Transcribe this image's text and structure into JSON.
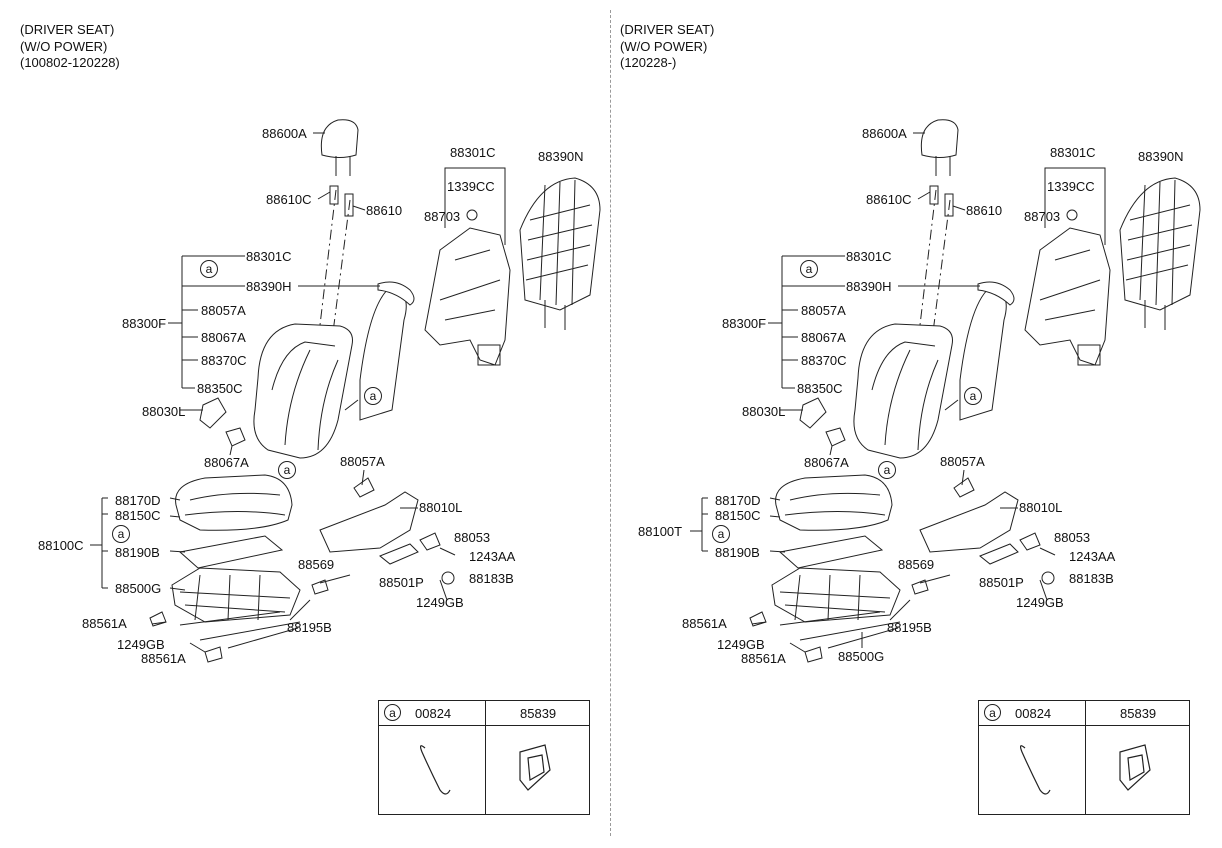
{
  "panels": [
    {
      "header": [
        "(DRIVER SEAT)",
        "(W/O POWER)",
        "(100802-120228)"
      ],
      "labels": {
        "p88600A": "88600A",
        "p88610C": "88610C",
        "p88610": "88610",
        "p88301C_top": "88301C",
        "p1339CC": "1339CC",
        "p88703": "88703",
        "p88390N": "88390N",
        "p88301C": "88301C",
        "p88390H": "88390H",
        "p88057A_1": "88057A",
        "p88300F": "88300F",
        "p88067A_1": "88067A",
        "p88370C": "88370C",
        "p88350C": "88350C",
        "p88030L": "88030L",
        "p88067A_2": "88067A",
        "p88057A_2": "88057A",
        "p88170D": "88170D",
        "p88150C": "88150C",
        "p88100": "88100C",
        "p88010L": "88010L",
        "p88053": "88053",
        "p88190B": "88190B",
        "p1243AA": "1243AA",
        "p88569": "88569",
        "p88501P": "88501P",
        "p88183B": "88183B",
        "p88500G": "88500G",
        "p1249GB_1": "1249GB",
        "p88561A_1": "88561A",
        "p88195B": "88195B",
        "p1249GB_2": "1249GB",
        "p88561A_2": "88561A"
      },
      "circle_a": "a",
      "legend": {
        "marker": "a",
        "col1": "00824",
        "col2": "85839"
      }
    },
    {
      "header": [
        "(DRIVER SEAT)",
        "(W/O POWER)",
        "(120228-)"
      ],
      "labels": {
        "p88600A": "88600A",
        "p88610C": "88610C",
        "p88610": "88610",
        "p88301C_top": "88301C",
        "p1339CC": "1339CC",
        "p88703": "88703",
        "p88390N": "88390N",
        "p88301C": "88301C",
        "p88390H": "88390H",
        "p88057A_1": "88057A",
        "p88300F": "88300F",
        "p88067A_1": "88067A",
        "p88370C": "88370C",
        "p88350C": "88350C",
        "p88030L": "88030L",
        "p88067A_2": "88067A",
        "p88057A_2": "88057A",
        "p88170D": "88170D",
        "p88150C": "88150C",
        "p88100": "88100T",
        "p88010L": "88010L",
        "p88053": "88053",
        "p88190B": "88190B",
        "p1243AA": "1243AA",
        "p88569": "88569",
        "p88501P": "88501P",
        "p88183B": "88183B",
        "p88500G": "88500G",
        "p1249GB_1": "1249GB",
        "p88561A_1": "88561A",
        "p88195B": "88195B",
        "p1249GB_2": "1249GB",
        "p88561A_2": "88561A"
      },
      "circle_a": "a",
      "legend": {
        "marker": "a",
        "col1": "00824",
        "col2": "85839"
      }
    }
  ]
}
